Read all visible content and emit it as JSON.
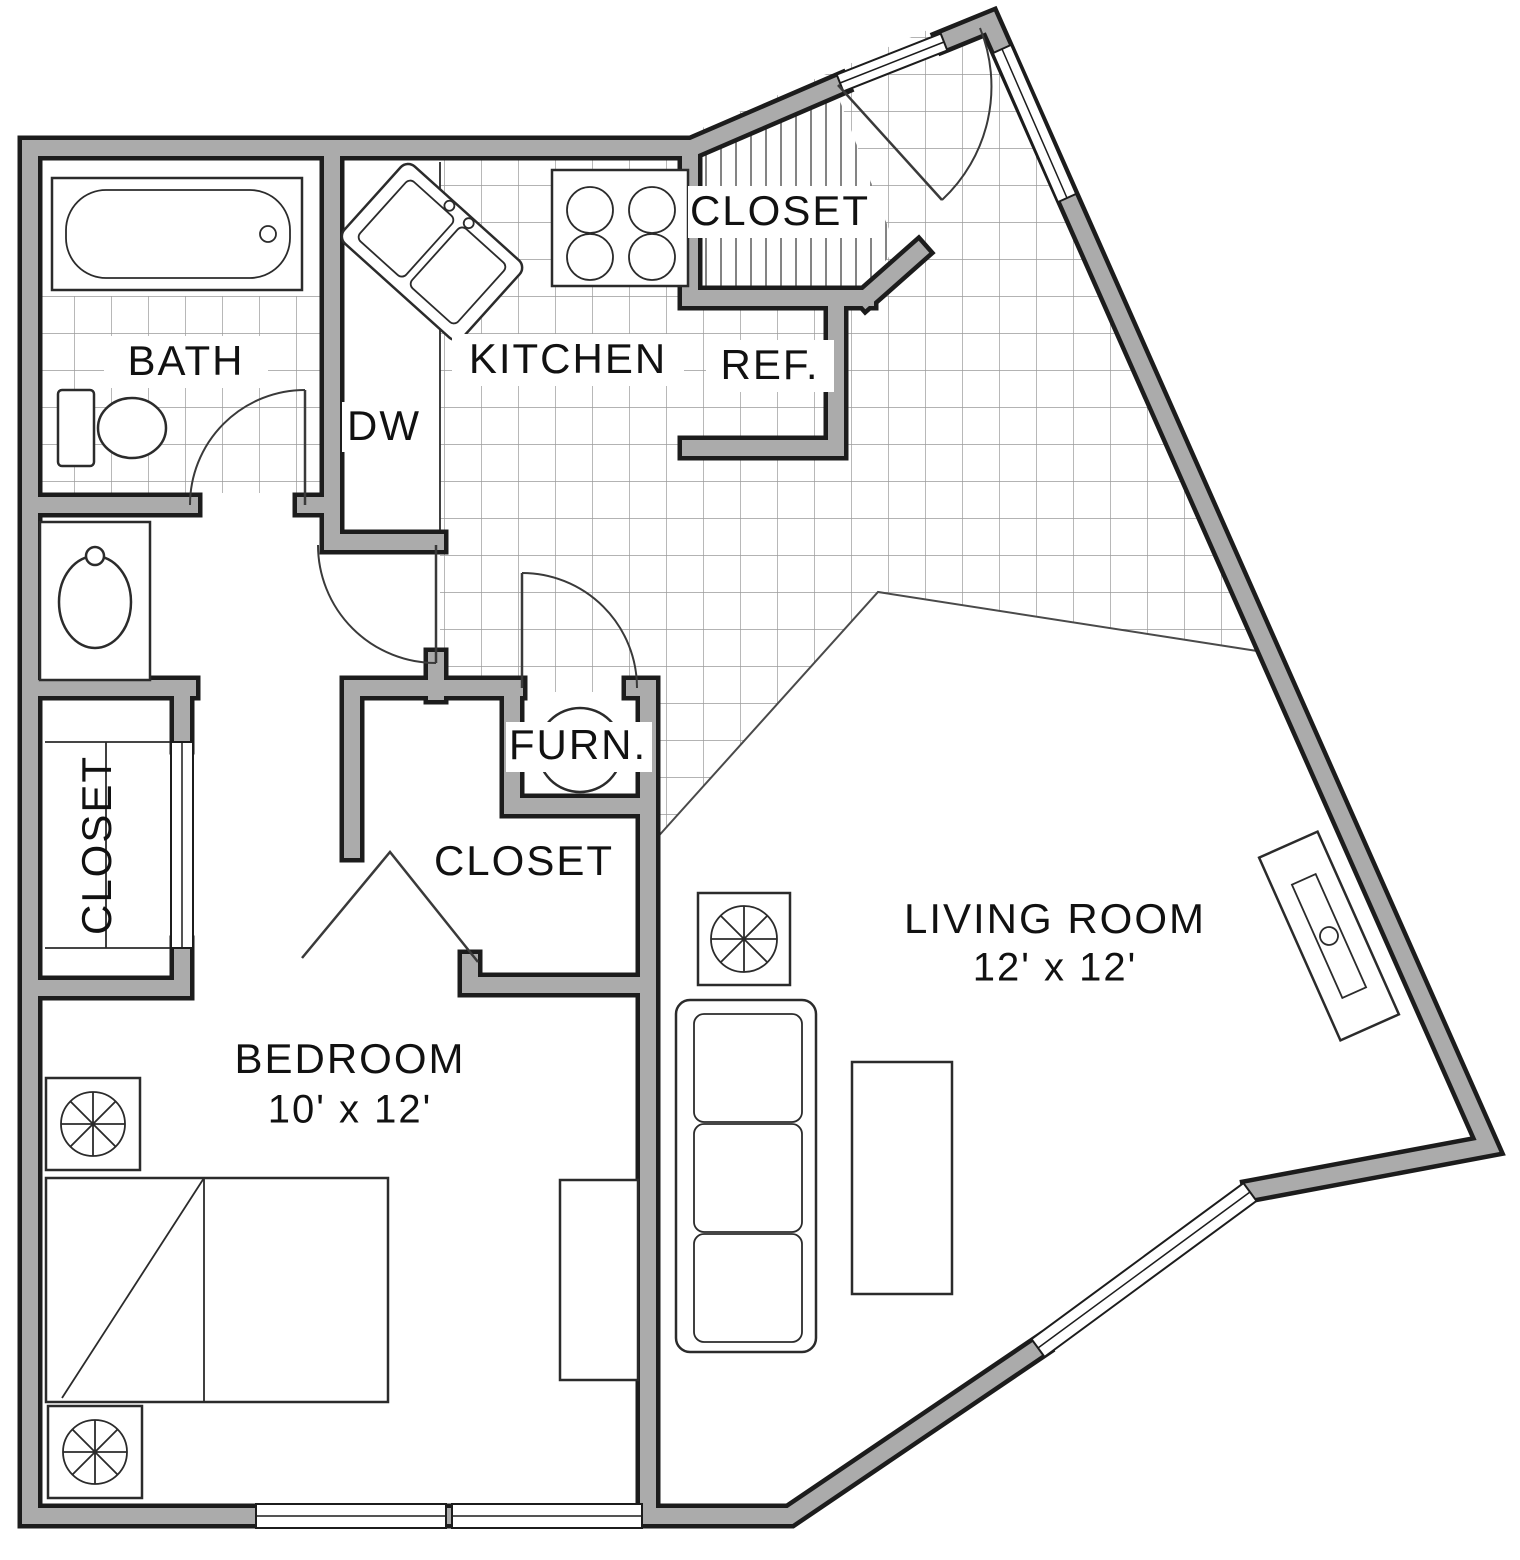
{
  "title": "One Bedroom Apartment Floor Plan",
  "colors": {
    "background": "#ffffff",
    "wall_fill": "#ababab",
    "wall_outline": "#1c1c1c",
    "fixture_line": "#2b2b2b",
    "tile_line": "#9a9a9a",
    "label_text": "#111111"
  },
  "labels": {
    "bath": "BATH",
    "dishwasher": "DW",
    "kitchen": "KITCHEN",
    "entry_closet": "CLOSET",
    "refrigerator": "REF.",
    "furnace": "FURN.",
    "left_closet": "CLOSET",
    "bedroom_closet": "CLOSET",
    "bedroom": "BEDROOM",
    "bedroom_dimensions": "10' x 12'",
    "living_room": "LIVING ROOM",
    "living_room_dimensions": "12' x 12'"
  }
}
